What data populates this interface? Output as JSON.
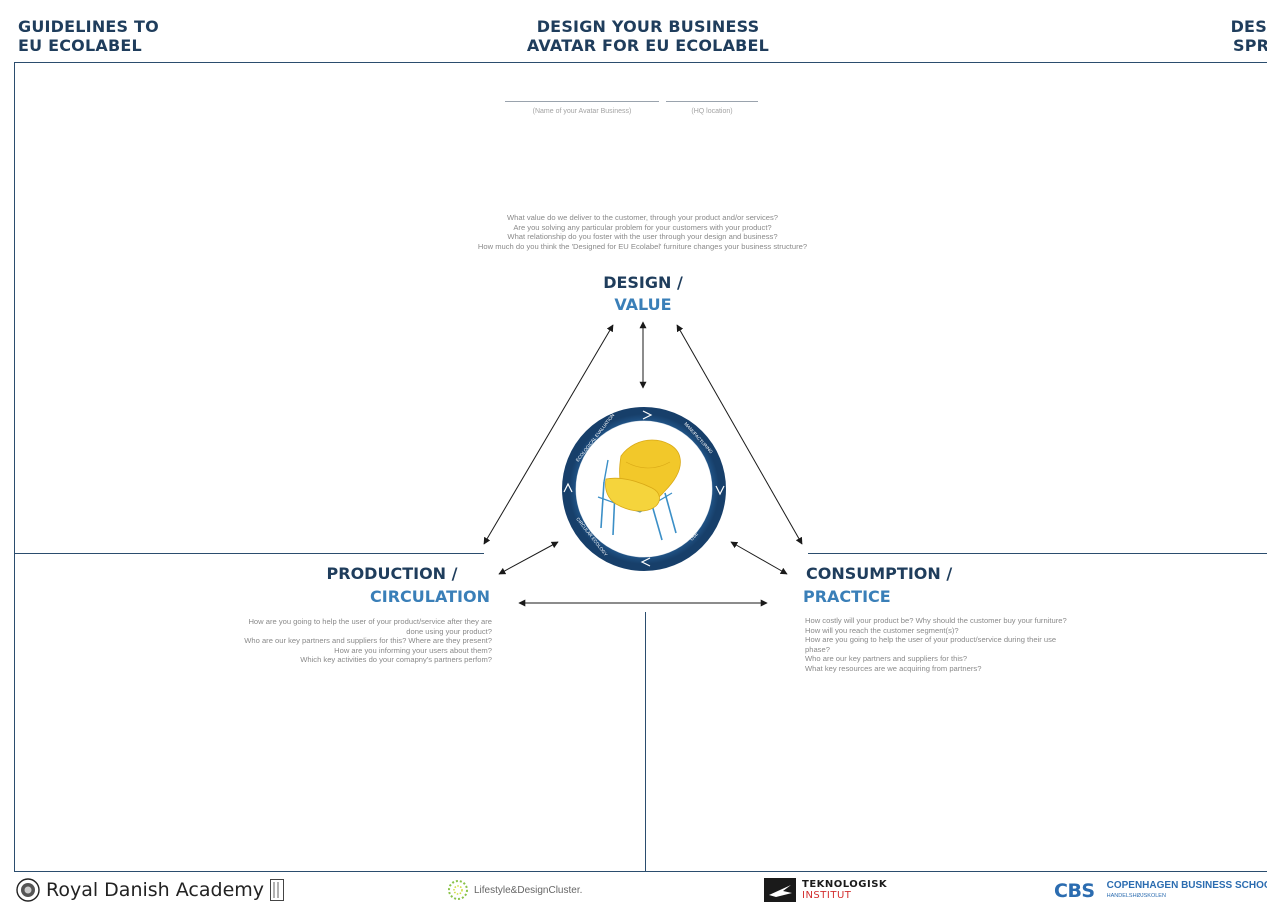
{
  "header": {
    "left_line1": "GUIDELINES TO",
    "left_line2": "EU ECOLABEL",
    "center_line1": "DESIGN YOUR BUSINESS",
    "center_line2": "AVATAR FOR EU ECOLABEL",
    "right_line1": "DESIGN",
    "right_line2": "SPRINT"
  },
  "avatar_fields": {
    "name_caption": "(Name of your Avatar Business)",
    "hq_caption": "(HQ location)"
  },
  "design_value": {
    "questions": [
      "What value do we deliver to the customer, through your product and/or services?",
      "Are you solving any particular problem for your customers with your product?",
      "What relationship do you foster with the user through your design and business?",
      "How much do you think the 'Designed for EU Ecolabel' furniture changes your business structure?"
    ],
    "title_line1": "DESIGN /",
    "title_line2": "VALUE"
  },
  "production_circulation": {
    "title_line1": "PRODUCTION /",
    "title_line2": "CIRCULATION",
    "questions": [
      "How are you going to help the user of your product/service after they are done using your product?",
      "Who are our key partners and suppliers for this? Where are they present?How are you informing your users about them?",
      "Which key activities do your comapny's partners perfom?"
    ]
  },
  "consumption_practice": {
    "title_line1": "CONSUMPTION /",
    "title_line2": "PRACTICE",
    "questions": [
      "How costly will your product be? Why should the customer buy your furniture?",
      "How will you reach the customer segment(s)?",
      "How are you going to help the user of your product/service during their use phase?",
      "Who are our key partners and suppliers for this?",
      "What key resources are we acquiring from partners?"
    ]
  },
  "cycle_labels": {
    "top_left": "ECOLOGICAL EVALUATION",
    "top_right": "MANUFACTURING",
    "bottom_right": "USE",
    "bottom_left": "CIRCULAR ECOLOGY"
  },
  "footer": {
    "rda": "Royal Danish Academy",
    "lifestyle": "Lifestyle&DesignCluster.",
    "teknologisk_line1": "TEKNOLOGISK",
    "teknologisk_line2": "INSTITUT",
    "cbs_mark": "CBS",
    "cbs_name": "COPENHAGEN BUSINESS SCHOOL",
    "cbs_sub": "HANDELSHØJSKOLEN"
  },
  "colors": {
    "navy": "#1f3d5c",
    "accent_blue": "#3a7fb8",
    "ring_blue": "#1d5f9a",
    "chair_yellow": "#f2c82a"
  }
}
